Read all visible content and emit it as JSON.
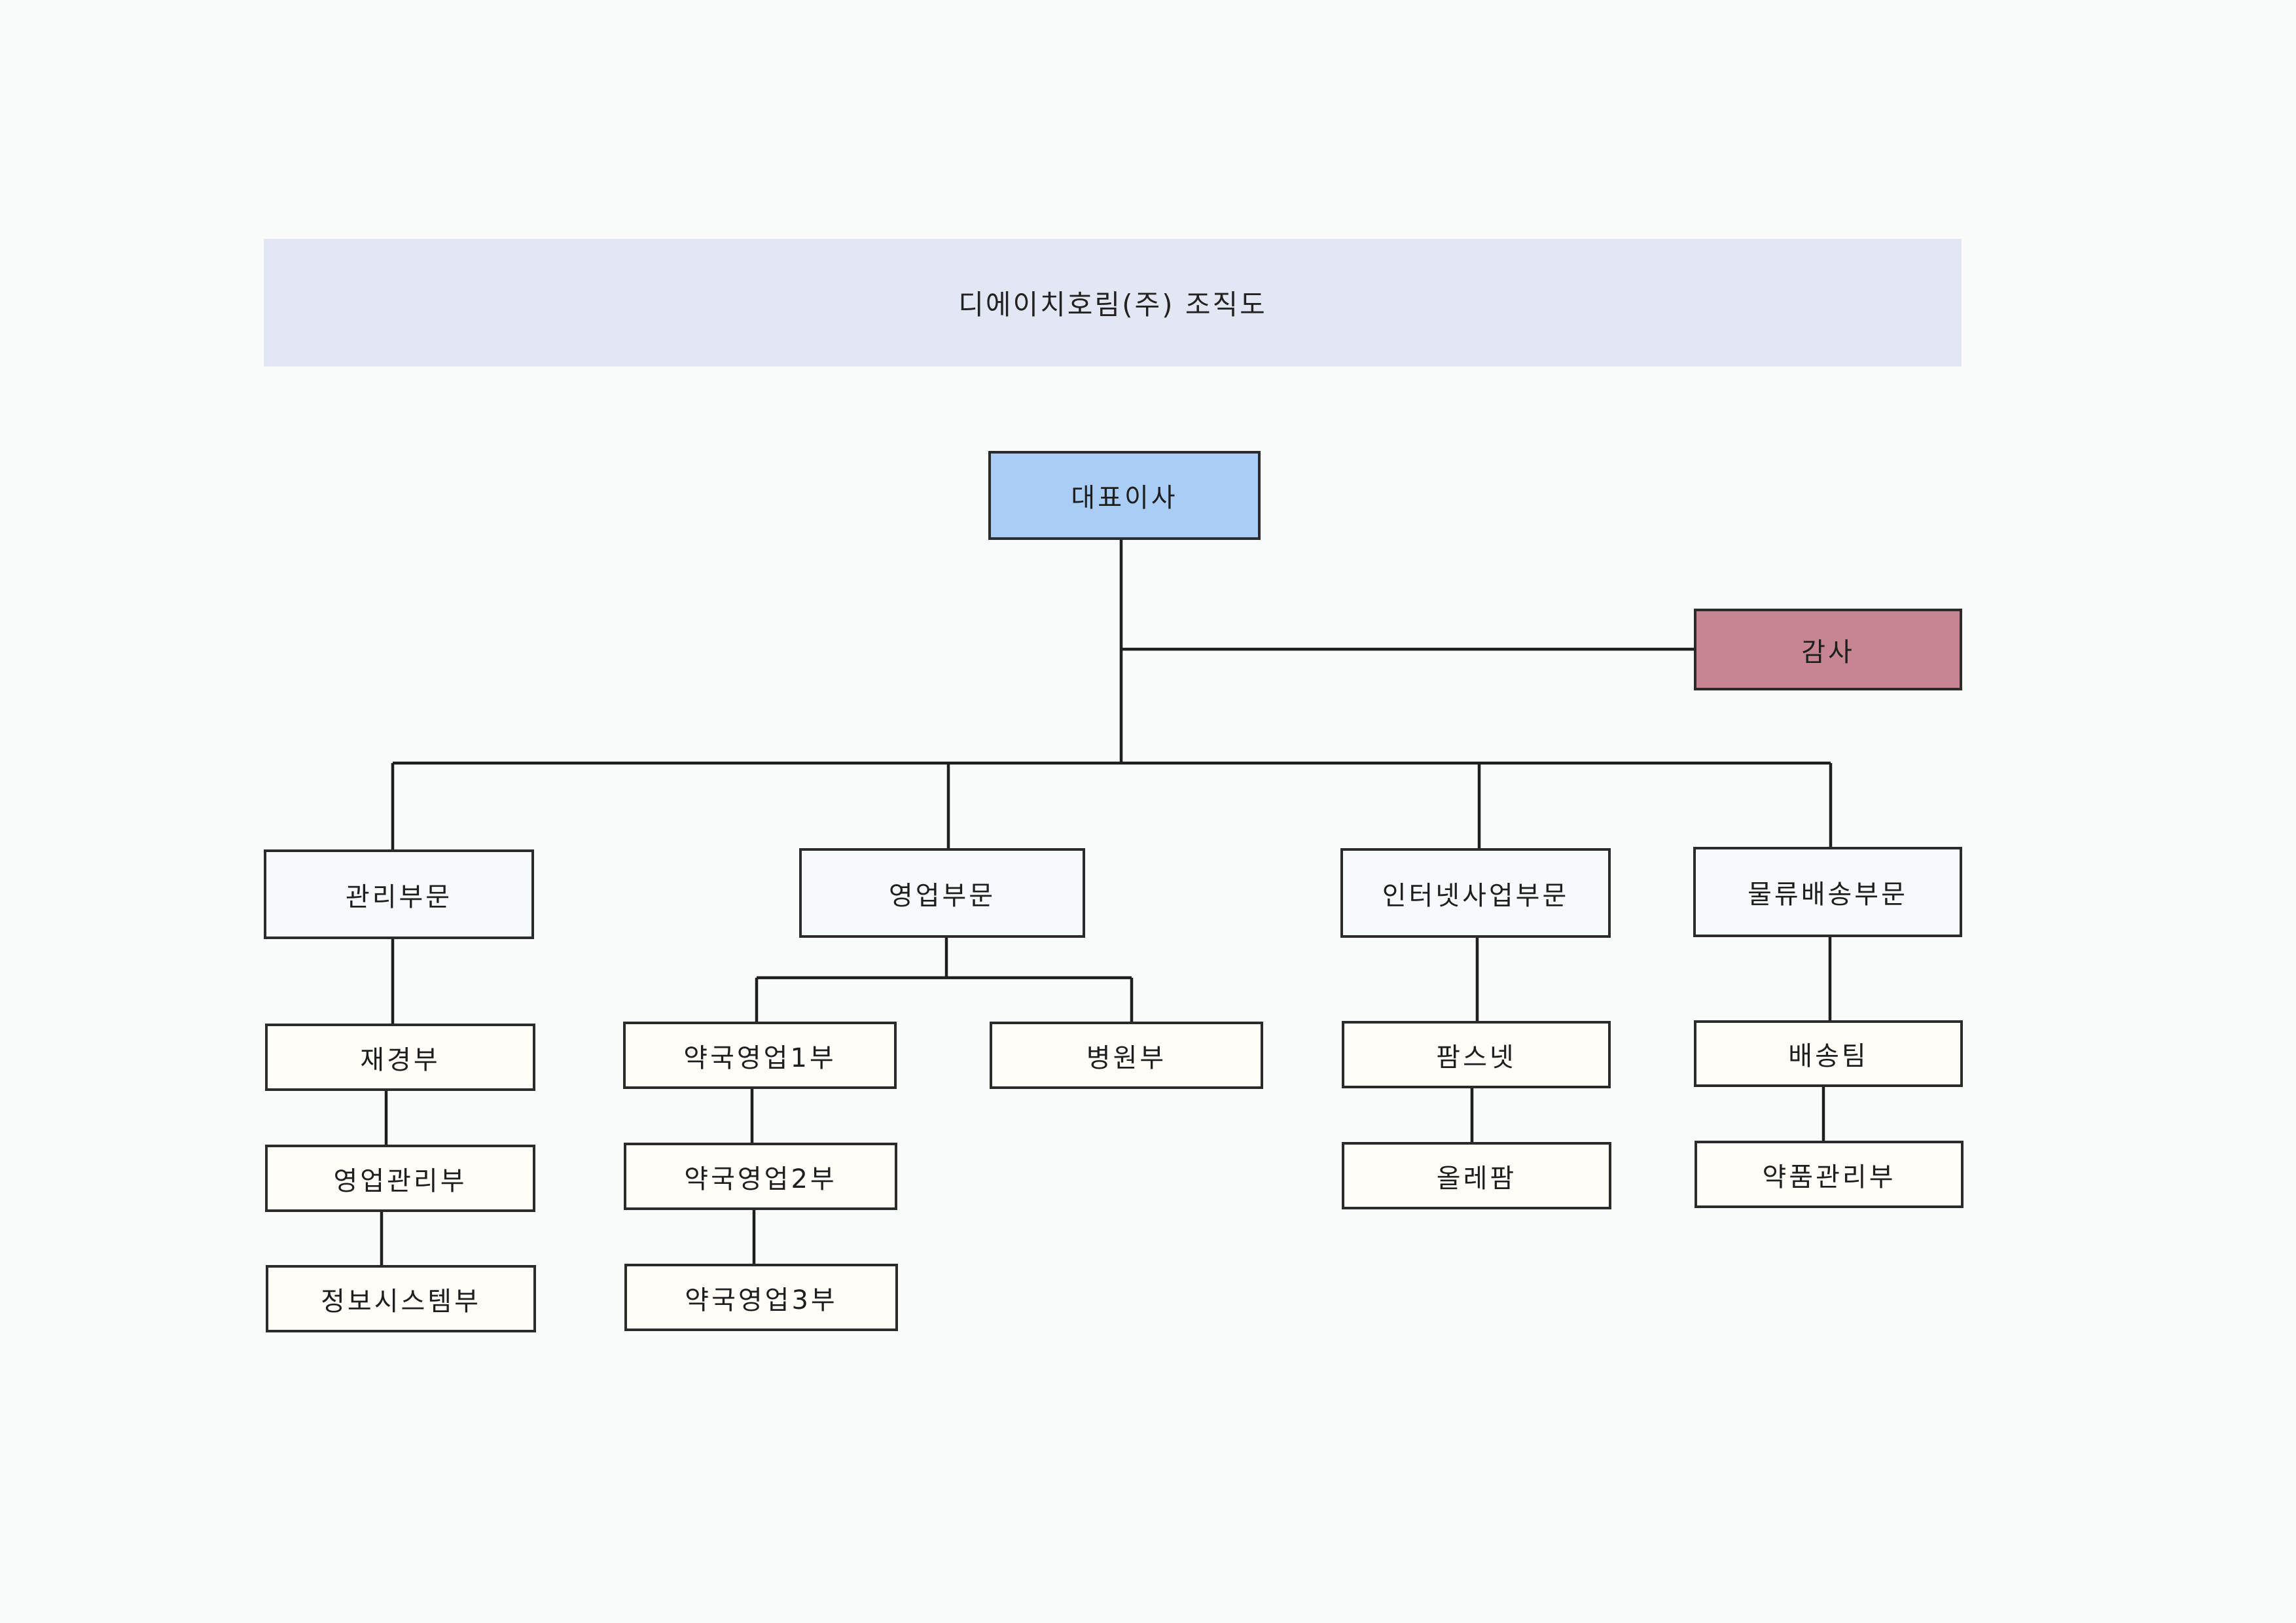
{
  "title": "디에이치호림(주) 조직도",
  "colors": {
    "ceo_fill": "#a9cdf5",
    "auditor_fill": "#c68590",
    "banner_fill": "#e3e7f4"
  },
  "nodes": {
    "ceo": "대표이사",
    "auditor": "감사",
    "divisions": {
      "management": "관리부문",
      "sales": "영업부문",
      "internet": "인터넷사업부문",
      "logistics": "물류배송부문"
    },
    "departments": {
      "finance": "재경부",
      "sales_admin": "영업관리부",
      "info_systems": "정보시스템부",
      "pharmacy_sales_1": "약국영업1부",
      "pharmacy_sales_2": "약국영업2부",
      "pharmacy_sales_3": "약국영업3부",
      "hospital": "병원부",
      "pharmnet": "팜스넷",
      "allepharm": "올레팜",
      "delivery_team": "배송팀",
      "drug_management": "약품관리부"
    }
  }
}
